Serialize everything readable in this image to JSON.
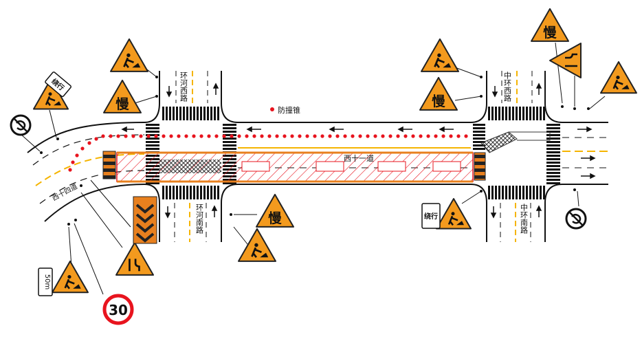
{
  "labels": {
    "huanhe_west": "环河西路",
    "huanhe_south": "环河南路",
    "zhonghuan_west": "中环西路",
    "zhonghuan_south": "中环南路",
    "xishisidao": "西十四道",
    "xishiyidao": "西十一道",
    "cone_legend": "防撞锥"
  },
  "signs": {
    "slow": "慢",
    "speed_limit": "30",
    "distance": "50m",
    "detour": "绕行"
  },
  "colors": {
    "sign_orange": "#f39a1e",
    "road_line": "#111111",
    "center_line": "#f5b400",
    "cone_red": "#e8141e",
    "work_zone": "#e8141e",
    "barrier_orange": "#e8801e"
  }
}
